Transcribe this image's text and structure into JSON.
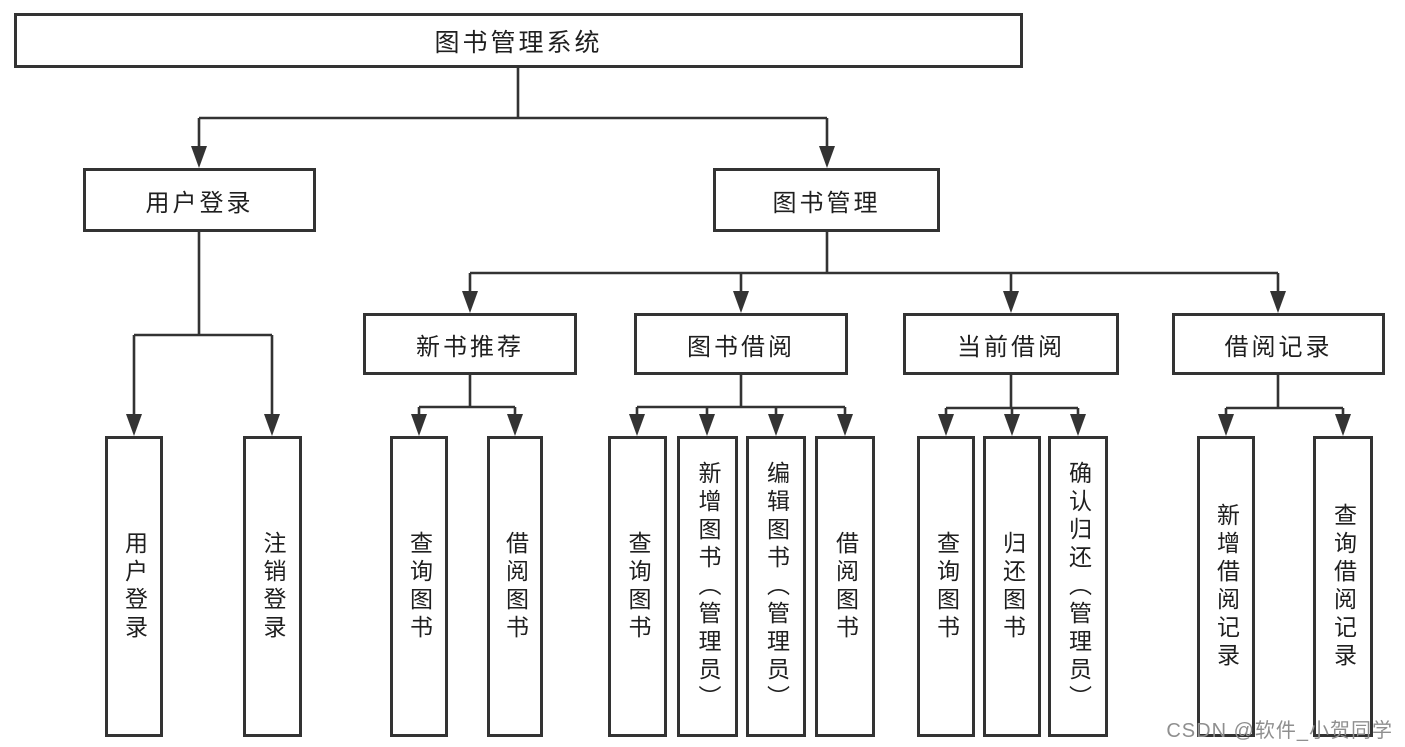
{
  "diagram": {
    "title": "图书管理系统",
    "tree": {
      "label": "图书管理系统",
      "children": [
        {
          "label": "用户登录",
          "children": [
            {
              "label": "用户登录"
            },
            {
              "label": "注销登录"
            }
          ]
        },
        {
          "label": "图书管理",
          "children": [
            {
              "label": "新书推荐",
              "children": [
                {
                  "label": "查询图书"
                },
                {
                  "label": "借阅图书"
                }
              ]
            },
            {
              "label": "图书借阅",
              "children": [
                {
                  "label": "查询图书"
                },
                {
                  "label": "新增图书（管理员）"
                },
                {
                  "label": "编辑图书（管理员）"
                },
                {
                  "label": "借阅图书"
                }
              ]
            },
            {
              "label": "当前借阅",
              "children": [
                {
                  "label": "查询图书"
                },
                {
                  "label": "归还图书"
                },
                {
                  "label": "确认归还（管理员）"
                }
              ]
            },
            {
              "label": "借阅记录",
              "children": [
                {
                  "label": "新增借阅记录"
                },
                {
                  "label": "查询借阅记录"
                }
              ]
            }
          ]
        }
      ]
    },
    "watermark": "CSDN @软件_小贺同学",
    "colors": {
      "line": "#333333",
      "text": "#1f1f1f",
      "boxBackground": "#ffffff",
      "background": "#ffffff",
      "watermark": "#8f8f8f"
    }
  }
}
